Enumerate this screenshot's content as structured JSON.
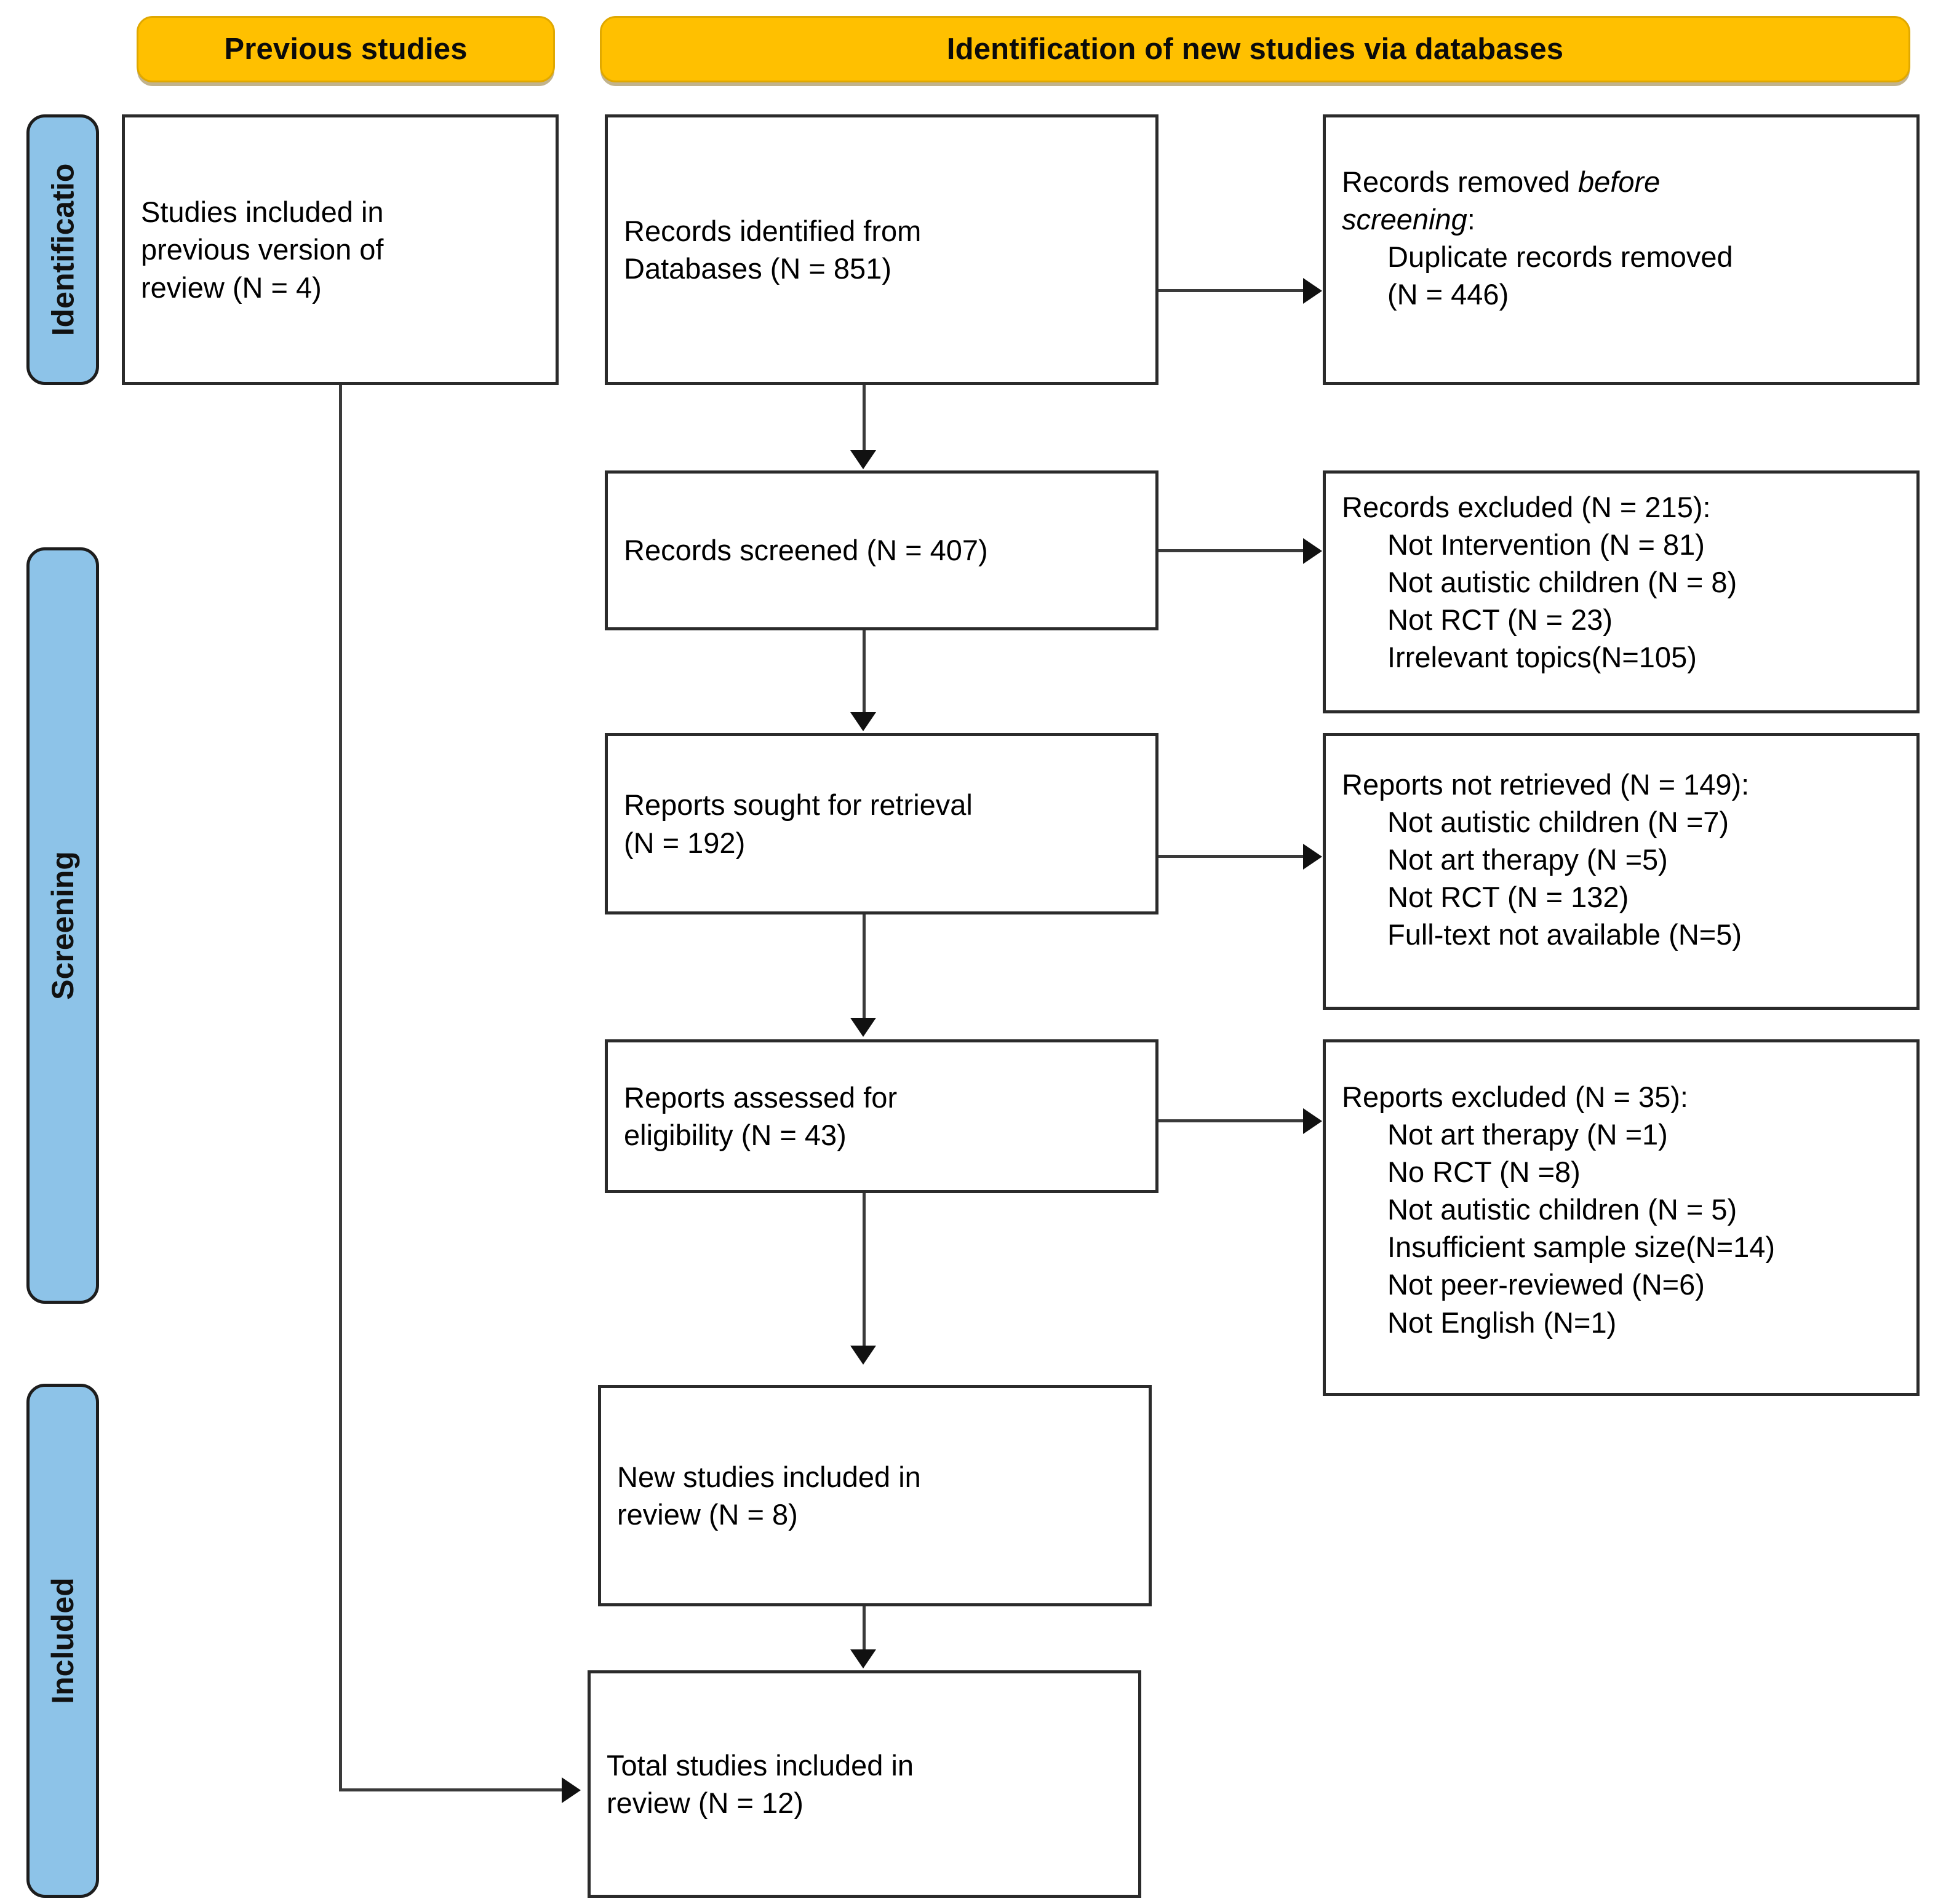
{
  "headers": [
    {
      "id": "previous-studies",
      "label": "Previous studies"
    },
    {
      "id": "identification-new",
      "label": "Identification of new studies via databases"
    }
  ],
  "stages": [
    {
      "id": "identification",
      "label": "Identificatio"
    },
    {
      "id": "screening",
      "label": "Screening"
    },
    {
      "id": "included",
      "label": "Included"
    }
  ],
  "nodes": {
    "previous_included": {
      "lines": [
        "Studies included in",
        "previous version of",
        "review (N = 4)"
      ]
    },
    "records_identified": {
      "lines": [
        "Records identified from",
        "Databases (N = 851)"
      ]
    },
    "records_removed": {
      "title_a": "Records removed ",
      "title_b": "before",
      "title_c": "screening",
      "title_d": ":",
      "items": [
        "Duplicate records removed",
        "(N = 446)"
      ]
    },
    "records_screened": {
      "lines": [
        "Records screened (N = 407)"
      ]
    },
    "records_excluded": {
      "title": "Records excluded (N = 215):",
      "items": [
        "Not Intervention (N = 81)",
        "Not autistic children (N = 8)",
        "Not RCT (N = 23)",
        "Irrelevant topics(N=105)"
      ]
    },
    "reports_sought": {
      "lines": [
        "Reports sought for retrieval",
        "(N = 192)"
      ]
    },
    "reports_not_retrieved": {
      "title": "Reports not retrieved (N = 149):",
      "items": [
        "Not autistic children (N =7)",
        "Not art therapy (N =5)",
        "Not RCT (N = 132)",
        "Full-text not available (N=5)"
      ]
    },
    "reports_assessed": {
      "lines": [
        "Reports assessed for",
        "eligibility (N = 43)"
      ]
    },
    "reports_excluded": {
      "title": "Reports excluded (N = 35):",
      "items": [
        "Not art therapy (N =1)",
        "No RCT (N =8)",
        "Not autistic children (N = 5)",
        "Insufficient sample size(N=14)",
        "Not peer-reviewed (N=6)",
        "Not English (N=1)"
      ]
    },
    "new_studies": {
      "lines": [
        "New studies included in",
        "review (N = 8)"
      ]
    },
    "total_studies": {
      "lines": [
        "Total studies included in",
        "review (N = 12)"
      ]
    }
  },
  "colors": {
    "header_fill": "#FFC000",
    "stage_fill": "#8DC3E8",
    "box_border": "#2b2b2b",
    "connector": "#3a3a3a"
  }
}
